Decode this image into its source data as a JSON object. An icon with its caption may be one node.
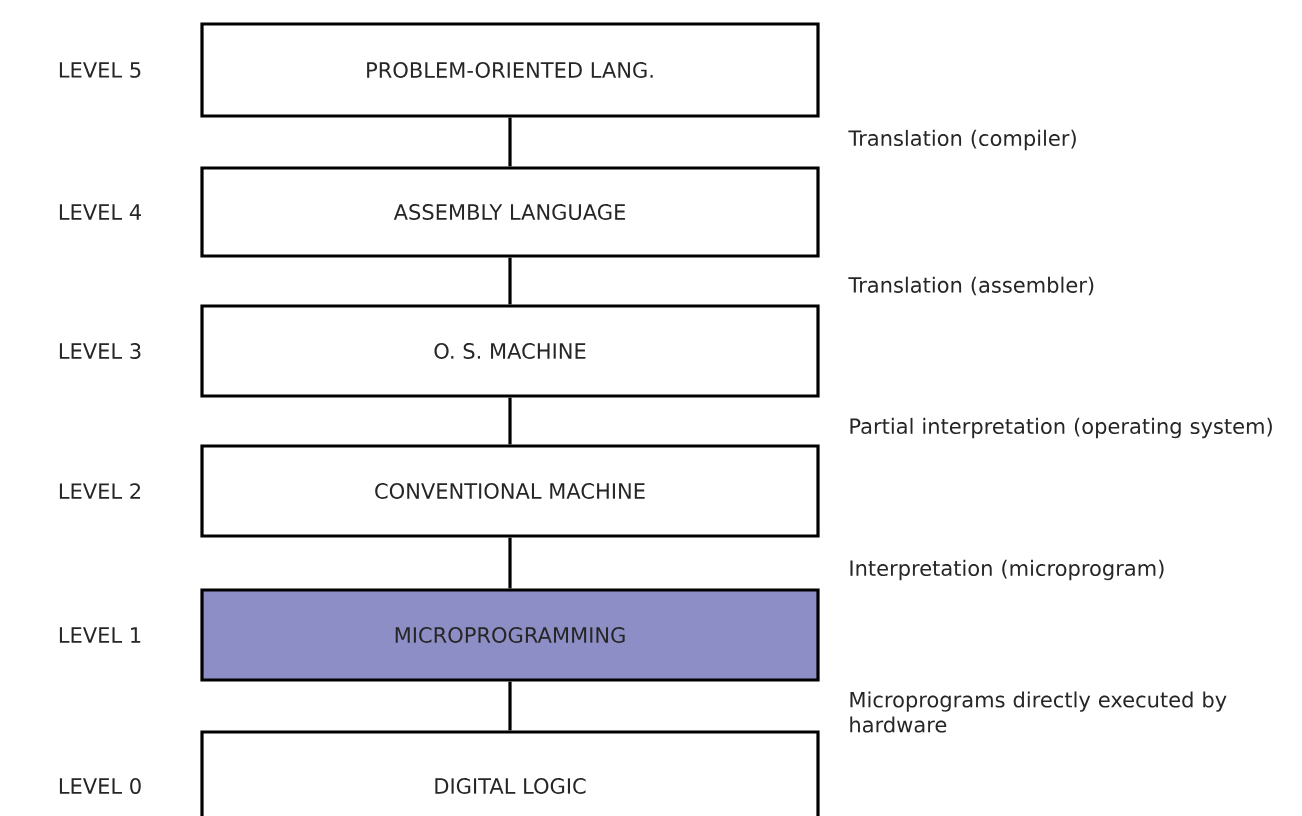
{
  "diagram": {
    "nodes": [
      {
        "text": [
          "PROBLEM-ORIENTED LANG."
        ],
        "beside": [
          "LEVEL 5"
        ]
      },
      {
        "text": [
          "ASSEMBLY LANGUAGE"
        ],
        "beside": [
          "LEVEL 4"
        ]
      },
      {
        "text": [
          "O. S. MACHINE"
        ],
        "beside": [
          "LEVEL 3"
        ]
      },
      {
        "text": [
          "CONVENTIONAL MACHINE"
        ],
        "beside": [
          "LEVEL 2"
        ]
      },
      {
        "text": [
          "MICROPROGRAMMING"
        ],
        "beside": [
          "LEVEL 1"
        ]
      },
      {
        "text": [
          "DIGITAL LOGIC"
        ],
        "beside": [
          "LEVEL 0"
        ]
      }
    ],
    "edges": [
      {
        "from": 0,
        "to": 1,
        "arrow": "none"
      },
      {
        "from": 1,
        "to": 2,
        "arrow": "none"
      },
      {
        "from": 2,
        "to": 3,
        "arrow": "none"
      },
      {
        "from": 3,
        "to": 4,
        "arrow": "none"
      },
      {
        "from": 4,
        "to": 5,
        "arrow": "none"
      }
    ],
    "labels": [
      "Translation (compiler)",
      "Translation (assembler)",
      "Partial interpretation (operating system)",
      "Interpretation (microprogram)",
      "Microprograms directly executed by hardware"
    ]
  }
}
